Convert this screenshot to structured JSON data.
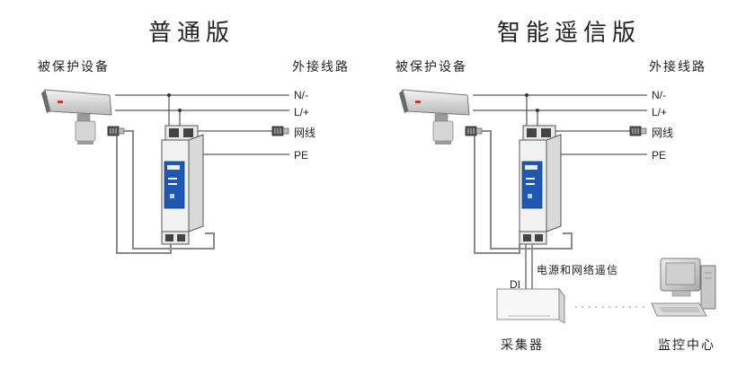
{
  "left": {
    "title": "普通版",
    "protected_label": "被保护设备",
    "external_label": "外接线路",
    "line_n": "N/-",
    "line_l": "L/+",
    "line_net": "网线",
    "line_pe": "PE"
  },
  "right": {
    "title": "智能遥信版",
    "protected_label": "被保护设备",
    "external_label": "外接线路",
    "line_n": "N/-",
    "line_l": "L/+",
    "line_net": "网线",
    "line_pe": "PE",
    "signal_label": "电源和网络遥信",
    "di_label": "DI",
    "collector_label": "采集器",
    "monitor_label": "监控中心"
  },
  "colors": {
    "line": "#333333",
    "spd_blue": "#1f57b5",
    "gray_wire": "#8a8a8a"
  }
}
